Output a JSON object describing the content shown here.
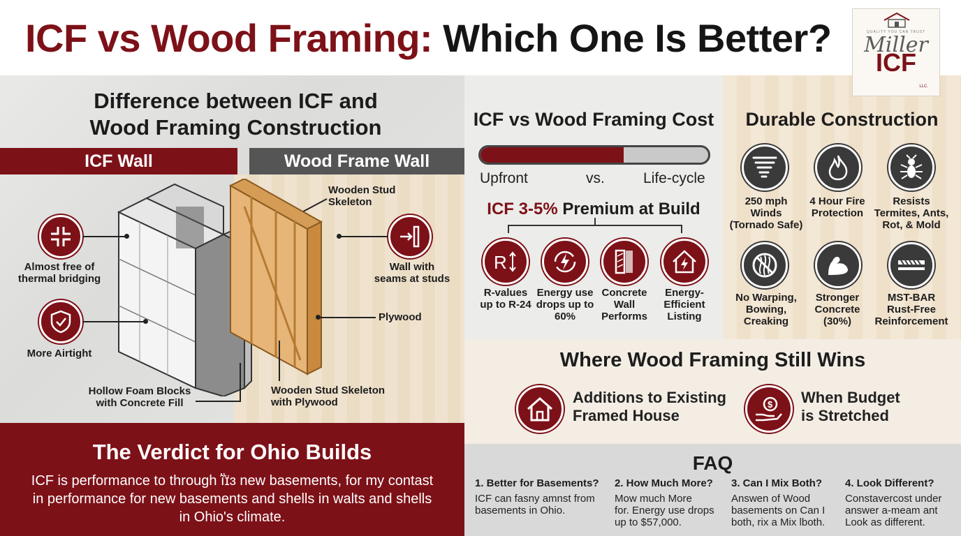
{
  "header": {
    "title_red": "ICF vs Wood Framing:",
    "title_black": "Which One Is Better?"
  },
  "logo": {
    "tagline": "QUALITY YOU CAN TRUST",
    "script": "Miller",
    "brand": "ICF",
    "suffix": "LLC."
  },
  "difference": {
    "title_line1": "Difference between ICF and",
    "title_line2": "Wood Framing Construction",
    "icf_band": "ICF Wall",
    "wood_band": "Wood Frame Wall",
    "callouts": {
      "thermal_line1": "Almost free of",
      "thermal_line2": "thermal bridging",
      "airtight": "More Airtight",
      "foam_line1": "Hollow Foam Blocks",
      "foam_line2": "with Concrete Fill",
      "stud_line1": "Wooden Stud",
      "stud_line2": "Skeleton",
      "seams_line1": "Wall with",
      "seams_line2": "seams at studs",
      "plywood": "Plywood",
      "stud_ply_line1": "Wooden Stud Skeleton",
      "stud_ply_line2": "with Plywood"
    }
  },
  "verdict": {
    "title": "The Verdict for Ohio Builds",
    "body": "ICF is performance to through ĩ̈ɪ̈ɜ new basements, for my contast in performance for new basements and shells in walts and shells in Ohio's climate."
  },
  "cost": {
    "title": "ICF vs Wood Framing Cost",
    "bar_fill_percent": 63,
    "label_left": "Upfront",
    "label_mid": "vs.",
    "label_right": "Life-cycle",
    "premium_red": "ICF 3-5%",
    "premium_rest": "Premium at Build",
    "items": [
      {
        "icon": "r-value-icon",
        "line1": "R-values",
        "line2": "up to R-24",
        "line3": ""
      },
      {
        "icon": "energy-cycle-icon",
        "line1": "Energy use",
        "line2": "drops up to",
        "line3": "60%"
      },
      {
        "icon": "concrete-wall-icon",
        "line1": "Concrete",
        "line2": "Wall",
        "line3": "Performs"
      },
      {
        "icon": "energy-house-icon",
        "line1": "Energy-",
        "line2": "Efficient",
        "line3": "Listing"
      }
    ]
  },
  "durable": {
    "title": "Durable Construction",
    "items": [
      {
        "icon": "tornado-icon",
        "line1": "250 mph",
        "line2": "Winds",
        "line3": "(Tornado Safe)"
      },
      {
        "icon": "fire-icon",
        "line1": "4 Hour Fire",
        "line2": "Protection",
        "line3": ""
      },
      {
        "icon": "termite-icon",
        "line1": "Resists",
        "line2": "Termites, Ants,",
        "line3": "Rot, & Mold"
      },
      {
        "icon": "no-warping-icon",
        "line1": "No Warping,",
        "line2": "Bowing,",
        "line3": "Creaking"
      },
      {
        "icon": "strength-arm-icon",
        "line1": "Stronger",
        "line2": "Concrete",
        "line3": "(30%)"
      },
      {
        "icon": "rebar-icon",
        "line1": "MST-BAR",
        "line2": "Rust-Free",
        "line3": "Reinforcement"
      }
    ]
  },
  "wins": {
    "title": "Where Wood Framing Still Wins",
    "items": [
      {
        "icon": "house-icon",
        "line1": "Additions to Existing",
        "line2": "Framed House"
      },
      {
        "icon": "money-hand-icon",
        "line1": "When Budget",
        "line2": "is Stretched"
      }
    ]
  },
  "faq": {
    "title": "FAQ",
    "items": [
      {
        "q": "1. Better for Basements?",
        "a1": "ICF can fasny amnst from",
        "a2": "basements in Ohio.",
        "a3": ""
      },
      {
        "q": "2. How Much More?",
        "a1": "Mow much More",
        "a2": "for. Energy use drops",
        "a3": "up to $57,000."
      },
      {
        "q": "3. Can I Mix Both?",
        "a1": "Answen of Wood",
        "a2": "basements on Can I",
        "a3": "both, rix a Mix lboth."
      },
      {
        "q": "4. Look Different?",
        "a1": "Constavercost under",
        "a2": "answer a-meam ant",
        "a3": "Look as different."
      }
    ]
  },
  "colors": {
    "accent": "#7d1118",
    "dark": "#3a3a3a",
    "gray_band": "#555555"
  }
}
